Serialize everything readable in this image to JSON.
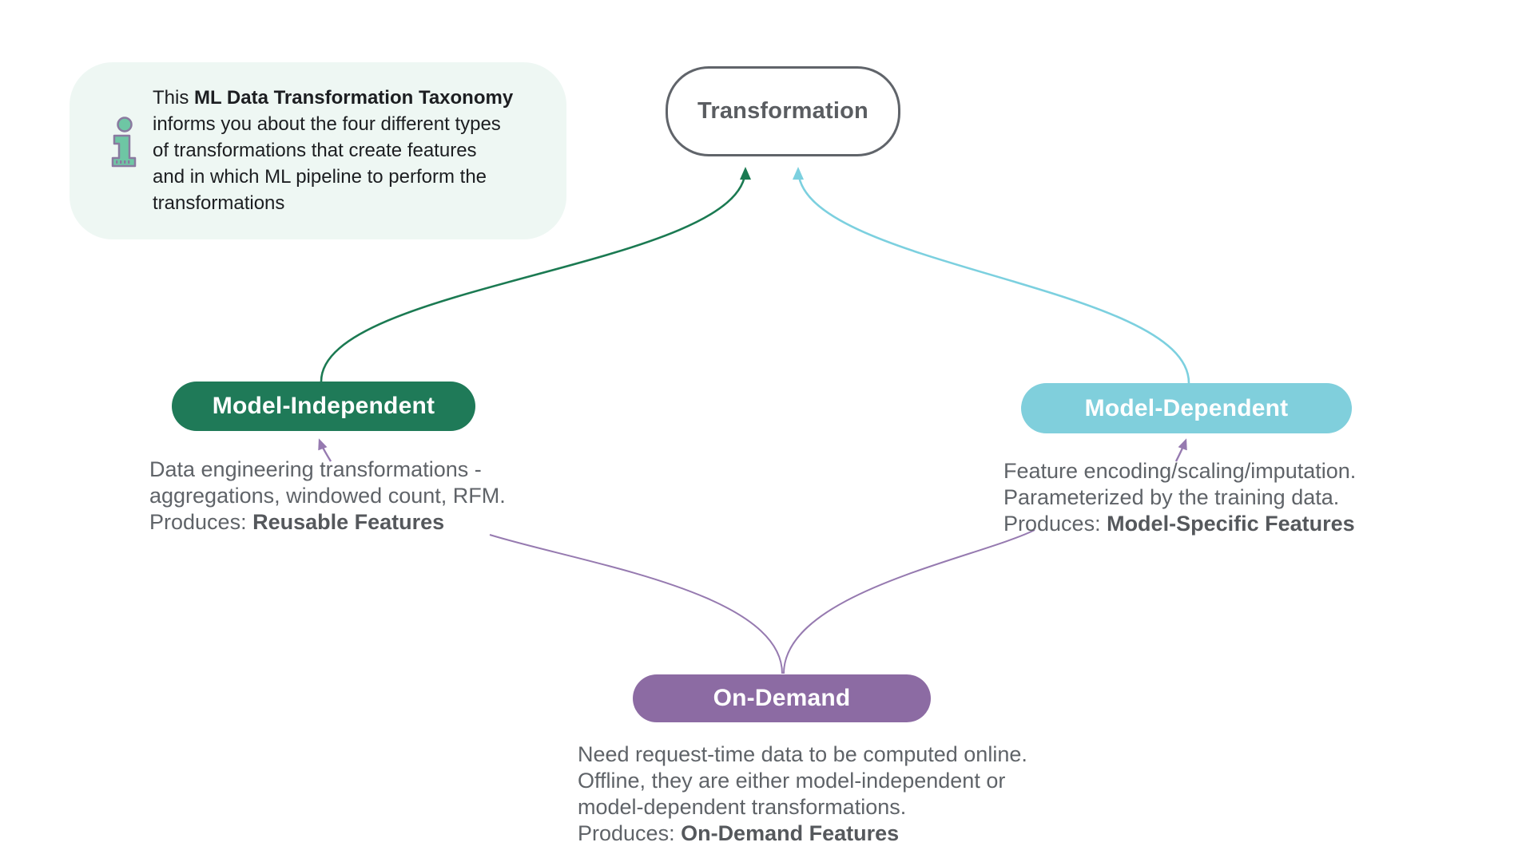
{
  "info_callout": {
    "icon": "info-icon",
    "line1_prefix": "This ",
    "line1_bold": "ML Data Transformation Taxonomy",
    "lines": [
      "informs you about the four different types",
      "of transformations that create features",
      "and in which ML pipeline to perform the",
      "transformations"
    ]
  },
  "nodes": {
    "root": {
      "label": "Transformation"
    },
    "model_independent": {
      "label": "Model-Independent",
      "desc": [
        "Data engineering transformations -",
        "aggregations, windowed count, RFM."
      ],
      "produces_prefix": "Produces: ",
      "produces_bold": "Reusable Features"
    },
    "model_dependent": {
      "label": "Model-Dependent",
      "desc": [
        "Feature encoding/scaling/imputation.",
        "Parameterized by the training data."
      ],
      "produces_prefix": "Produces: ",
      "produces_bold": "Model-Specific Features"
    },
    "on_demand": {
      "label": "On-Demand",
      "desc": [
        "Need request-time data to be computed online.",
        "Offline, they are either model-independent or",
        "model-dependent transformations."
      ],
      "produces_prefix": "Produces: ",
      "produces_bold": "On-Demand Features"
    }
  },
  "colors": {
    "model_independent": "#1f7a58",
    "model_dependent": "#80cfdc",
    "on_demand": "#8c6ba3",
    "edge_green": "#1b7a52",
    "edge_cyan": "#7cd0df",
    "edge_purple": "#967ab0",
    "root_border": "#60646a",
    "text_gray": "#5f6368",
    "info_bg": "#eef7f3",
    "icon_fill": "#6ec6a4",
    "icon_stroke": "#8a7aa0"
  }
}
